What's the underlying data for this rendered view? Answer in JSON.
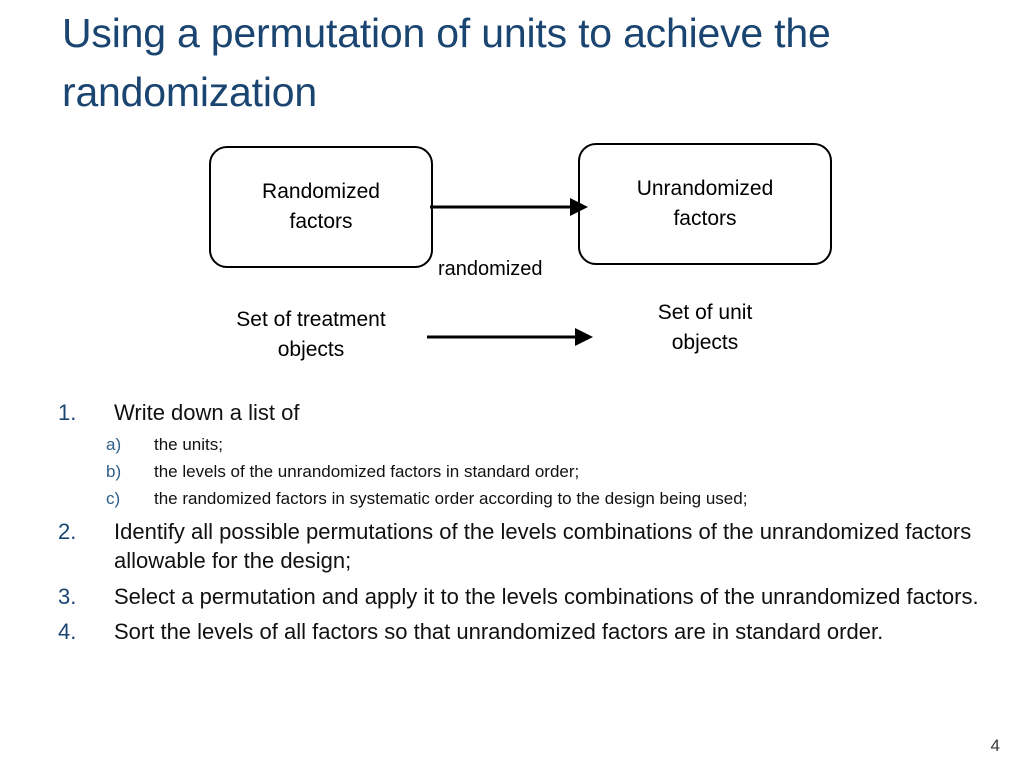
{
  "slide": {
    "title": "Using a permutation of units to achieve the  randomization",
    "page_number": "4",
    "title_color": "#1a4571",
    "marker_color": "#1a4571",
    "sub_marker_color": "#2d5f8a",
    "body_color": "#111111",
    "stroke_color": "#000000",
    "background": "#ffffff"
  },
  "diagram": {
    "nodes": [
      {
        "id": "randomized-factors",
        "label": "Randomized\nfactors"
      },
      {
        "id": "unrandomized-factors",
        "label": "Unrandomized\nfactors"
      }
    ],
    "edge_label": "randomized",
    "set_labels": {
      "left": "Set of treatment\nobjects",
      "right": "Set of unit\nobjects"
    },
    "arrows": [
      {
        "id": "arrow-top",
        "from": "randomized-factors",
        "to": "unrandomized-factors",
        "direction": "right"
      },
      {
        "id": "arrow-bottom",
        "from": "set-of-treatment-objects",
        "to": "set-of-unit-objects",
        "direction": "right"
      }
    ]
  },
  "list": {
    "items": [
      {
        "marker": "1.",
        "text": "Write down a list of",
        "subitems": [
          {
            "marker": "a)",
            "text": "the units;"
          },
          {
            "marker": "b)",
            "text": "the levels of the unrandomized factors in standard order;"
          },
          {
            "marker": "c)",
            "text": "the randomized factors in systematic order according to the design being used;"
          }
        ]
      },
      {
        "marker": "2.",
        "text": "Identify all possible permutations of the levels combinations of the unrandomized factors allowable for the design;",
        "subitems": []
      },
      {
        "marker": "3.",
        "text": "Select a permutation and apply it to the levels combinations of the unrandomized factors.",
        "subitems": []
      },
      {
        "marker": "4.",
        "text": "Sort the levels of all factors so that unrandomized factors are in standard order.",
        "subitems": []
      }
    ]
  }
}
